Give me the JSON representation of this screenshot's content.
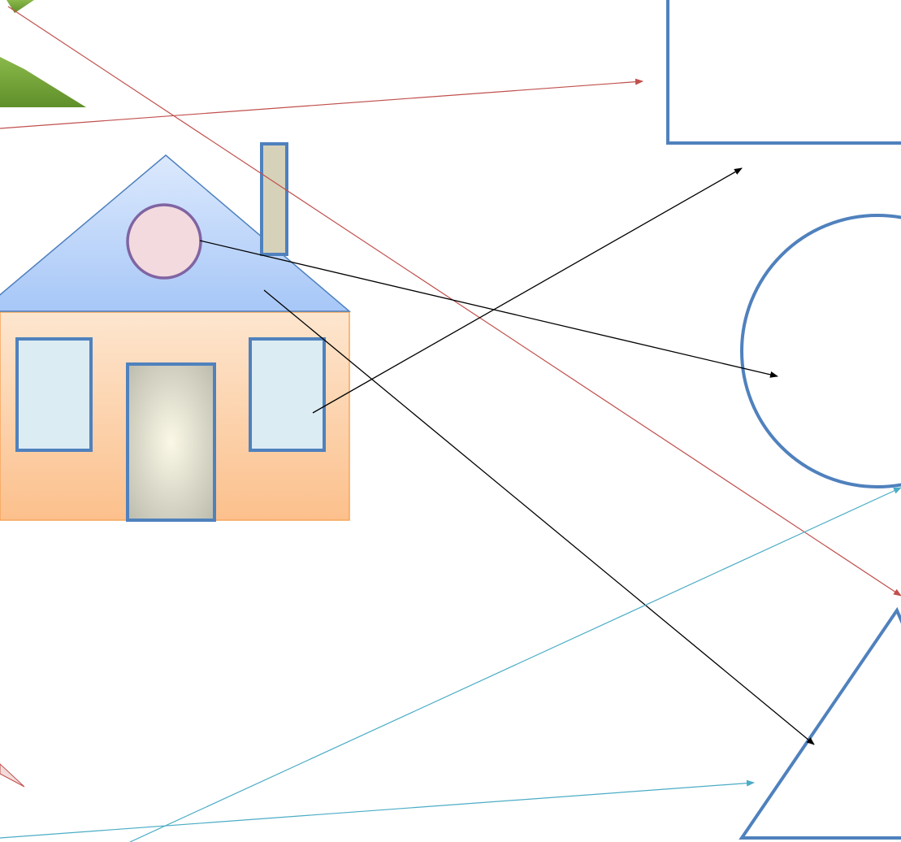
{
  "diagram": {
    "background": "#ffffff",
    "colors": {
      "shape_outline": "#4f81bd",
      "roof_fill_top": "#dce9fd",
      "roof_fill_bottom": "#a7c7f7",
      "wall_fill_top": "#fde6cf",
      "wall_fill_bottom": "#fcc08c",
      "wall_outline": "#f7a55a",
      "window_fill": "#dcecf3",
      "door_fill_center": "#fbf8e6",
      "door_fill_edge": "#bcbcae",
      "chimney_fill": "#d6d2ba",
      "round_window_fill": "#f2dade",
      "round_window_outline": "#8064a2",
      "tree_green": "#76a53a",
      "arrow_red": "#c0504d",
      "arrow_black": "#000000",
      "arrow_teal": "#4bacc6"
    },
    "house": {
      "parts": [
        "roof",
        "round-window",
        "chimney",
        "wall",
        "left-window",
        "door",
        "right-window"
      ]
    },
    "target_shapes": [
      "rectangle",
      "circle",
      "triangle"
    ],
    "arrows": [
      {
        "from": "tree-top",
        "to": "triangle",
        "color": "red"
      },
      {
        "from": "tree-bottom",
        "to": "rectangle",
        "color": "red"
      },
      {
        "from": "right-window",
        "to": "rectangle",
        "color": "black"
      },
      {
        "from": "round-window",
        "to": "circle",
        "color": "black"
      },
      {
        "from": "roof",
        "to": "triangle",
        "color": "black"
      },
      {
        "from": "bottom-left",
        "to": "circle",
        "color": "teal"
      },
      {
        "from": "bottom-left",
        "to": "triangle",
        "color": "teal"
      }
    ]
  }
}
